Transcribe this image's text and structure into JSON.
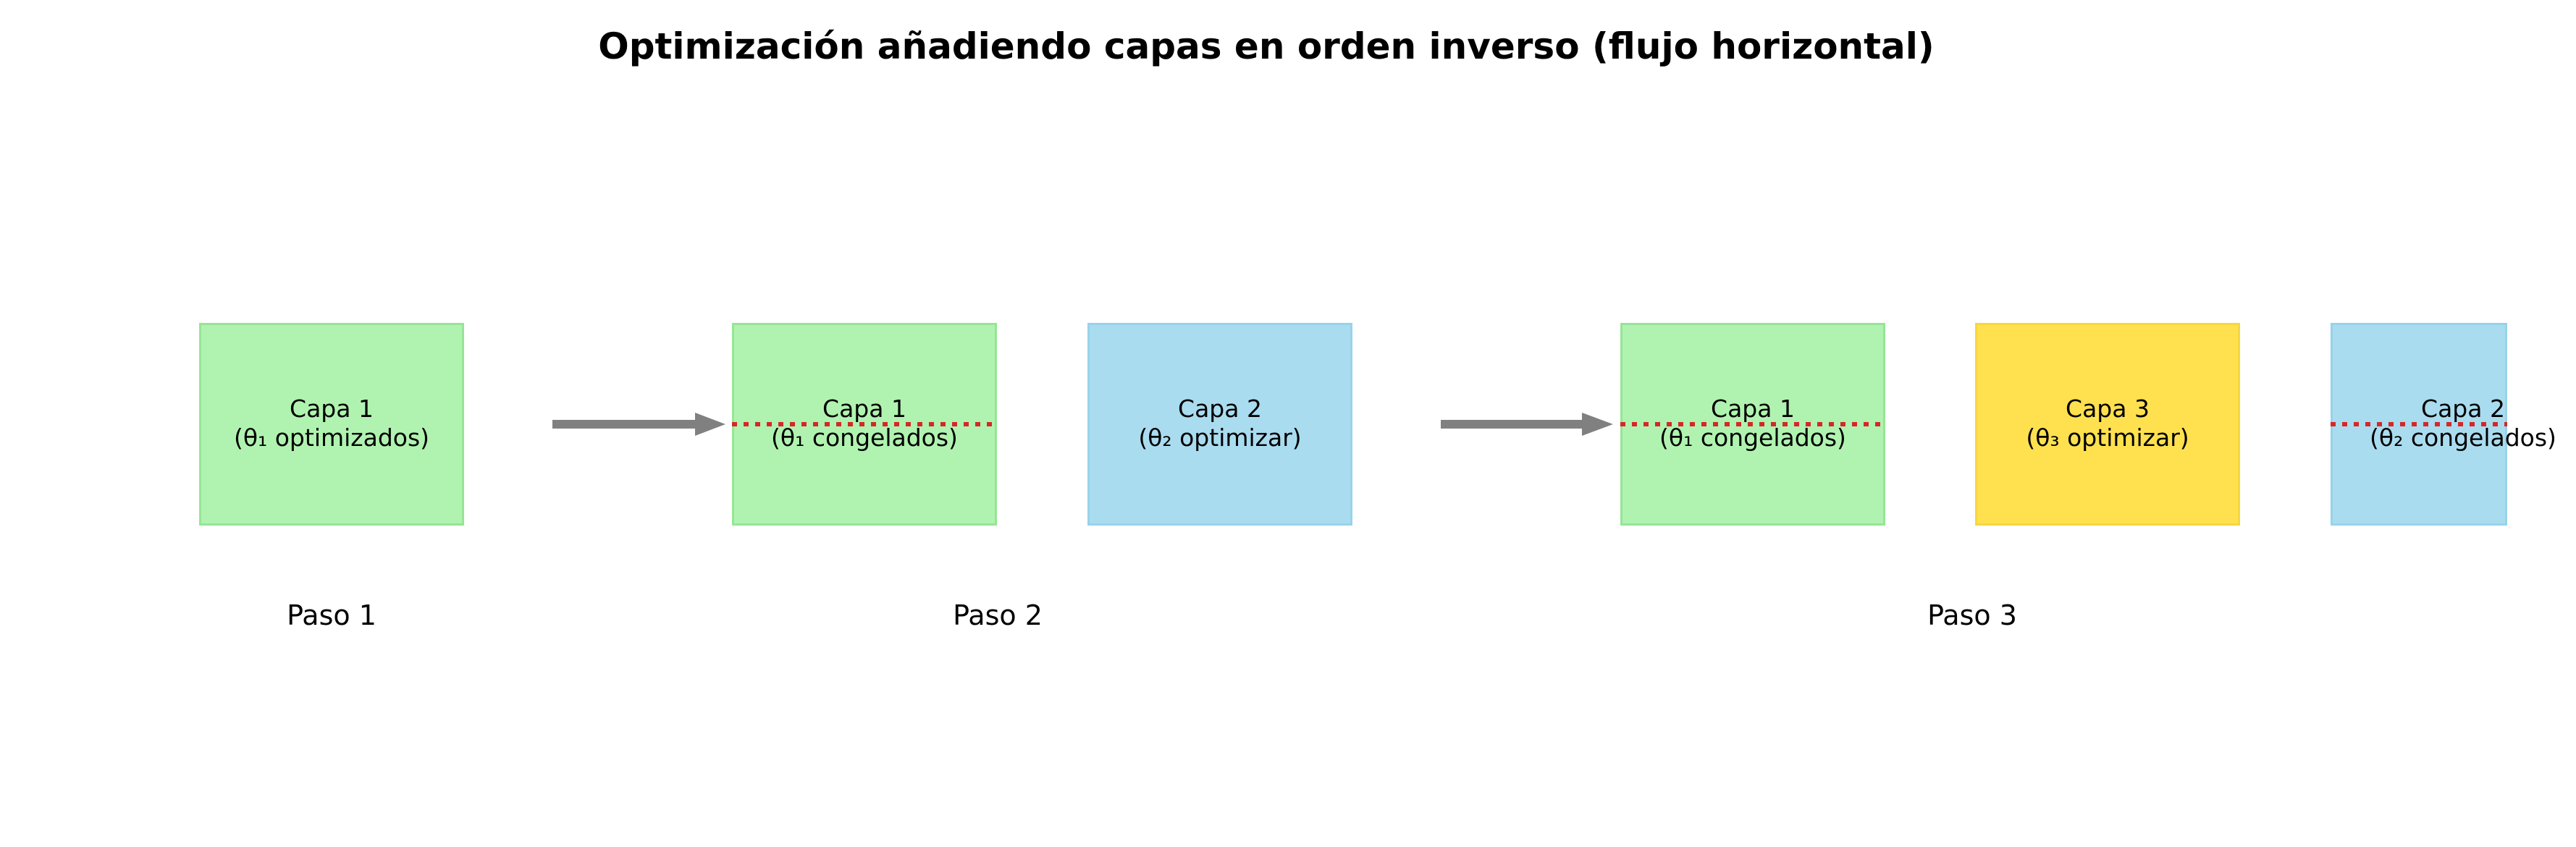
{
  "title": "Optimización añadiendo capas en orden inverso (flujo horizontal)",
  "colors": {
    "frozen_green": "#b0f3b0",
    "optimize_blue": "#aadcef",
    "optimize_yellow": "#ffe14f",
    "arrow": "#808080",
    "dotted_line": "#d62728"
  },
  "steps": [
    {
      "label": "Paso 1"
    },
    {
      "label": "Paso 2"
    },
    {
      "label": "Paso 3"
    }
  ],
  "blocks": {
    "s1_capa1": {
      "line1": "Capa 1",
      "line2": "(θ₁ optimizados)"
    },
    "s2_capa1": {
      "line1": "Capa 1",
      "line2": "(θ₁ congelados)"
    },
    "s2_capa2": {
      "line1": "Capa 2",
      "line2": "(θ₂ optimizar)"
    },
    "s3_capa1": {
      "line1": "Capa 1",
      "line2": "(θ₁ congelados)"
    },
    "s3_capa3": {
      "line1": "Capa 3",
      "line2": "(θ₃ optimizar)"
    },
    "s3_capa2": {
      "line1": "Capa 2",
      "line2": "(θ₂ congelados)"
    }
  }
}
